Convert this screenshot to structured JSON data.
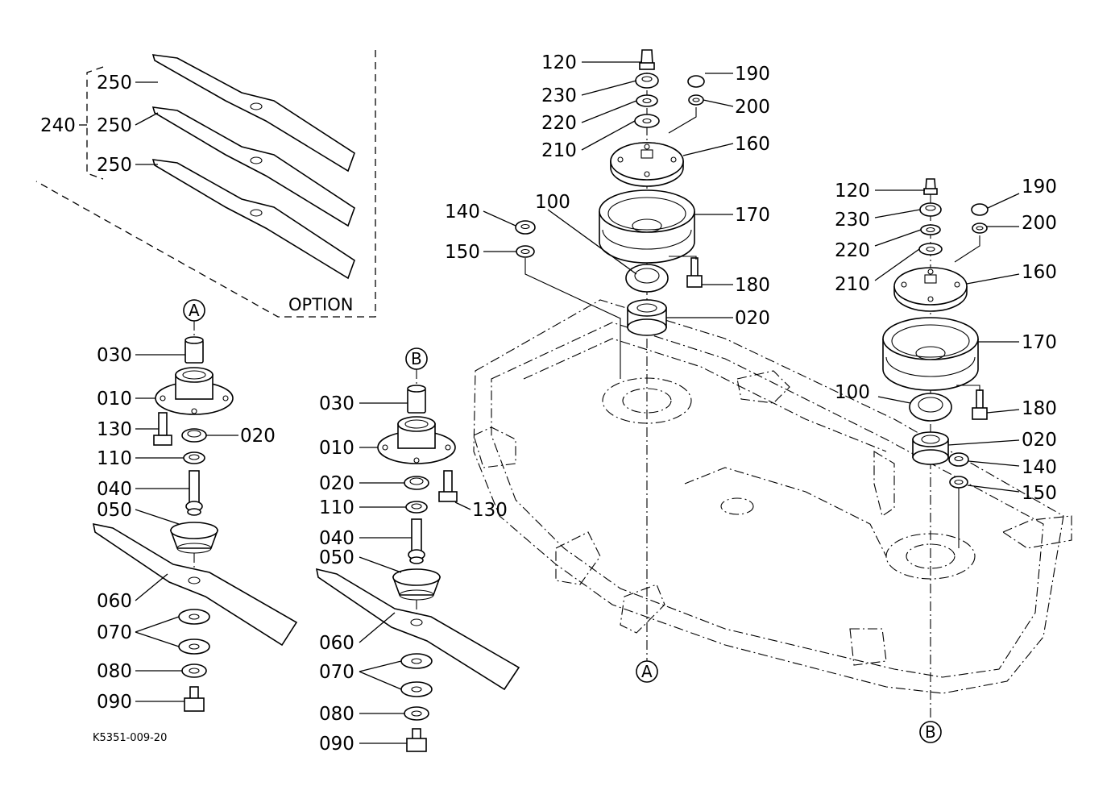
{
  "drawing_code": "K5351-009-20",
  "option_label": "OPTION",
  "ref_a": "A",
  "ref_b": "B",
  "labels": {
    "p240": "240",
    "p250": "250",
    "p030": "030",
    "p010": "010",
    "p130": "130",
    "p020": "020",
    "p110": "110",
    "p040": "040",
    "p050": "050",
    "p060": "060",
    "p070": "070",
    "p080": "080",
    "p090": "090",
    "p120": "120",
    "p230": "230",
    "p220": "220",
    "p210": "210",
    "p190": "190",
    "p200": "200",
    "p160": "160",
    "p170": "170",
    "p140": "140",
    "p150": "150",
    "p100": "100",
    "p180": "180"
  }
}
